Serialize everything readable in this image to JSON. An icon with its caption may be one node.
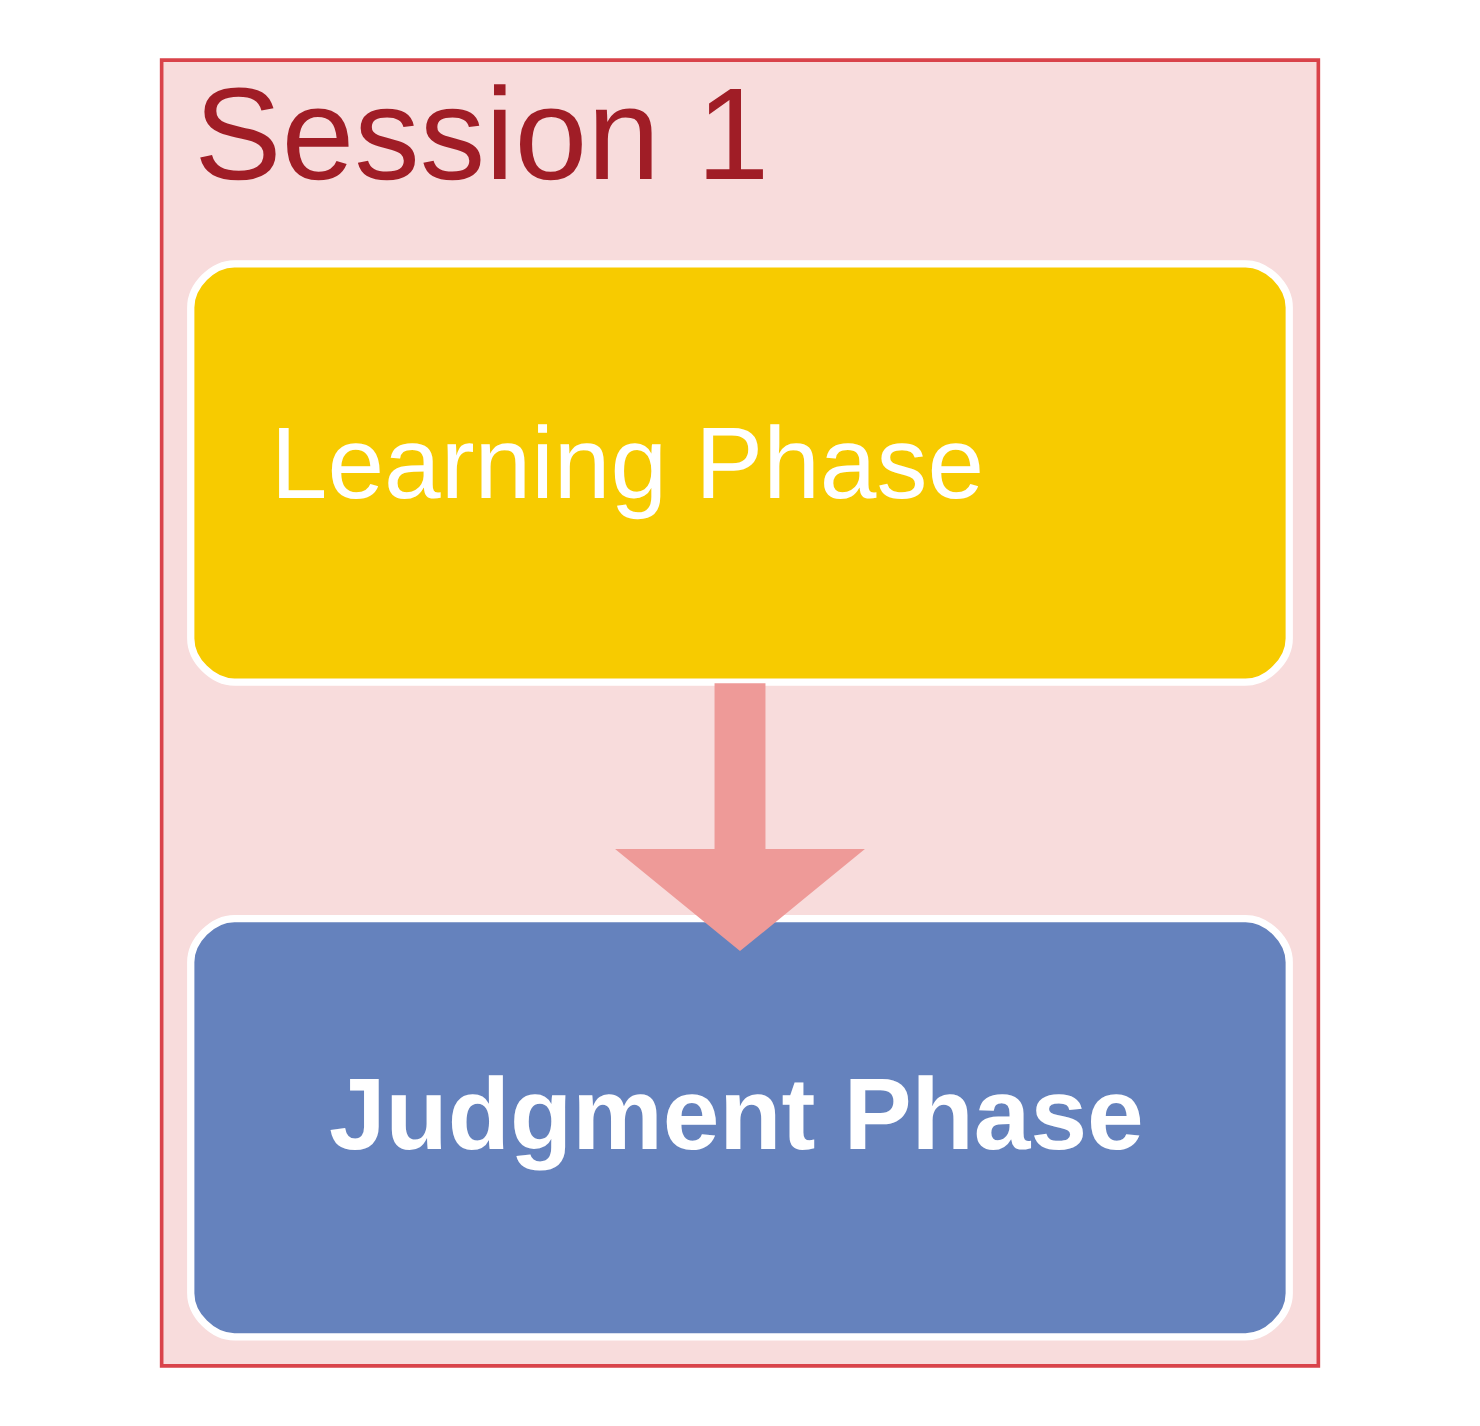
{
  "diagram": {
    "nodes": [
      {
        "text": [
          "Session 1"
        ]
      },
      {
        "text": [
          "Learning Phase"
        ],
        "in": 0
      },
      {
        "text": [
          "Judgment Phase"
        ],
        "in": 0
      }
    ],
    "edges": [
      {
        "from": 1,
        "to": 2,
        "arrow": "to"
      }
    ]
  }
}
